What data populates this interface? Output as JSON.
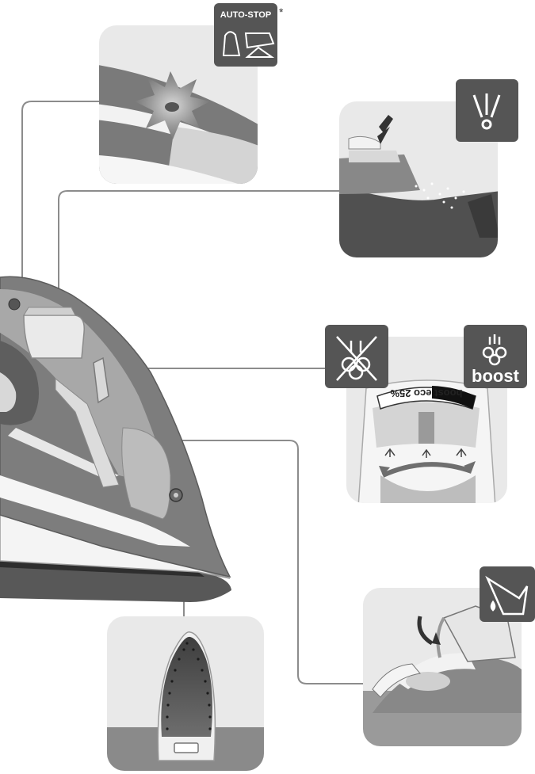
{
  "labels": {
    "auto_stop": "AUTO-STOP",
    "asterisk": "*",
    "boost": "boost",
    "dial_text": "boost eco 25%"
  },
  "colors": {
    "panel_bg": "#e9e9e9",
    "icon_badge": "#555555",
    "iron_dark": "#6a6a6a",
    "iron_mid": "#8a8a8a",
    "line": "#8c8c8c"
  },
  "icons": [
    "auto-stop-icon",
    "steam-burst-icon",
    "no-steam-icon",
    "boost-steam-icon",
    "water-fill-icon"
  ]
}
